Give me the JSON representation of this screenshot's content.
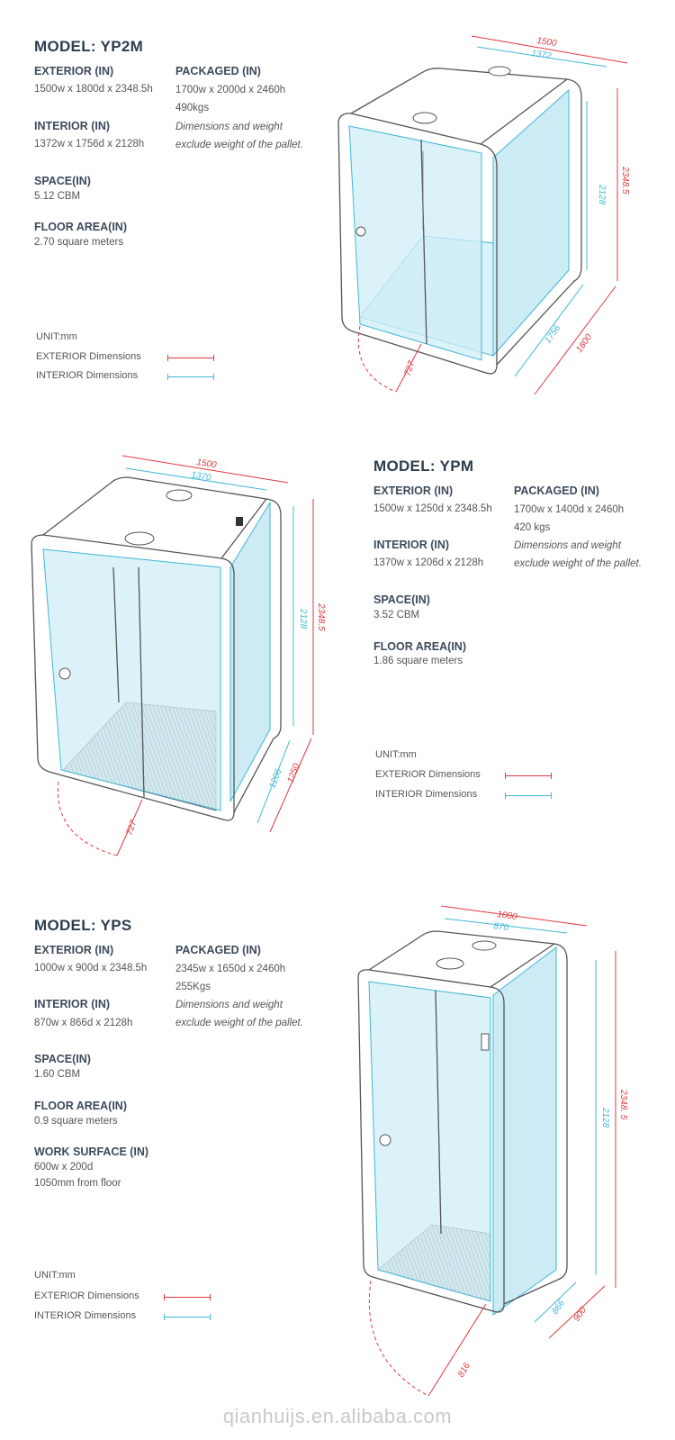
{
  "models": [
    {
      "title": "MODEL: YP2M",
      "exterior_label": "EXTERIOR (IN)",
      "exterior_value": "1500w x 1800d x 2348.5h",
      "interior_label": "INTERIOR (IN)",
      "interior_value": "1372w x 1756d x 2128h",
      "space_label": "SPACE(IN)",
      "space_value": "5.12 CBM",
      "floor_label": "FLOOR AREA(IN)",
      "floor_value": "2.70 square meters",
      "packaged_label": "PACKAGED (IN)",
      "packaged_value": "1700w x 2000d x 2460h",
      "packaged_weight": "490kgs",
      "packaged_note": "Dimensions and weight exclude weight of the pallet.",
      "unit": "UNIT:mm",
      "legend_exterior": "EXTERIOR Dimensions",
      "legend_interior": "INTERIOR Dimensions",
      "dims": {
        "ext_w": "1500",
        "int_w": "1372",
        "int_h": "2128",
        "ext_h": "2348.5",
        "int_d": "1756",
        "ext_d": "1800",
        "door": "727"
      }
    },
    {
      "title": "MODEL: YPM",
      "exterior_label": "EXTERIOR (IN)",
      "exterior_value": "1500w x 1250d x 2348.5h",
      "interior_label": "INTERIOR (IN)",
      "interior_value": "1370w x 1206d x 2128h",
      "space_label": "SPACE(IN)",
      "space_value": "3.52 CBM",
      "floor_label": "FLOOR AREA(IN)",
      "floor_value": "1.86 square meters",
      "packaged_label": "PACKAGED (IN)",
      "packaged_value": "1700w x 1400d x 2460h",
      "packaged_weight": "420 kgs",
      "packaged_note": "Dimensions and weight exclude weight of the pallet.",
      "unit": "UNIT:mm",
      "legend_exterior": "EXTERIOR Dimensions",
      "legend_interior": "INTERIOR Dimensions",
      "dims": {
        "ext_w": "1500",
        "int_w": "1370",
        "int_h": "2128",
        "ext_h": "2348.5",
        "int_d": "1206",
        "ext_d": "1250",
        "door": "727"
      }
    },
    {
      "title": "MODEL: YPS",
      "exterior_label": "EXTERIOR (IN)",
      "exterior_value": "1000w x 900d x 2348.5h",
      "interior_label": "INTERIOR (IN)",
      "interior_value": "870w x 866d x 2128h",
      "space_label": "SPACE(IN)",
      "space_value": "1.60 CBM",
      "floor_label": "FLOOR AREA(IN)",
      "floor_value": "0.9 square meters",
      "work_label": "WORK SURFACE (IN)",
      "work_value1": "600w x 200d",
      "work_value2": "1050mm from floor",
      "packaged_label": "PACKAGED (IN)",
      "packaged_value": "2345w x 1650d x 2460h",
      "packaged_weight": "255Kgs",
      "packaged_note": "Dimensions and weight exclude weight of the pallet.",
      "unit": "UNIT:mm",
      "legend_exterior": "EXTERIOR Dimensions",
      "legend_interior": "INTERIOR Dimensions",
      "dims": {
        "ext_w": "1000",
        "int_w": "870",
        "int_h": "2128",
        "ext_h": "2348. 5",
        "int_d": "866",
        "ext_d": "900",
        "door": "816"
      }
    }
  ],
  "watermark": "qianhuijs.en.alibaba.com",
  "colors": {
    "exterior": "#e0383e",
    "interior": "#3fb8d6",
    "glass": "#cfeef7"
  }
}
